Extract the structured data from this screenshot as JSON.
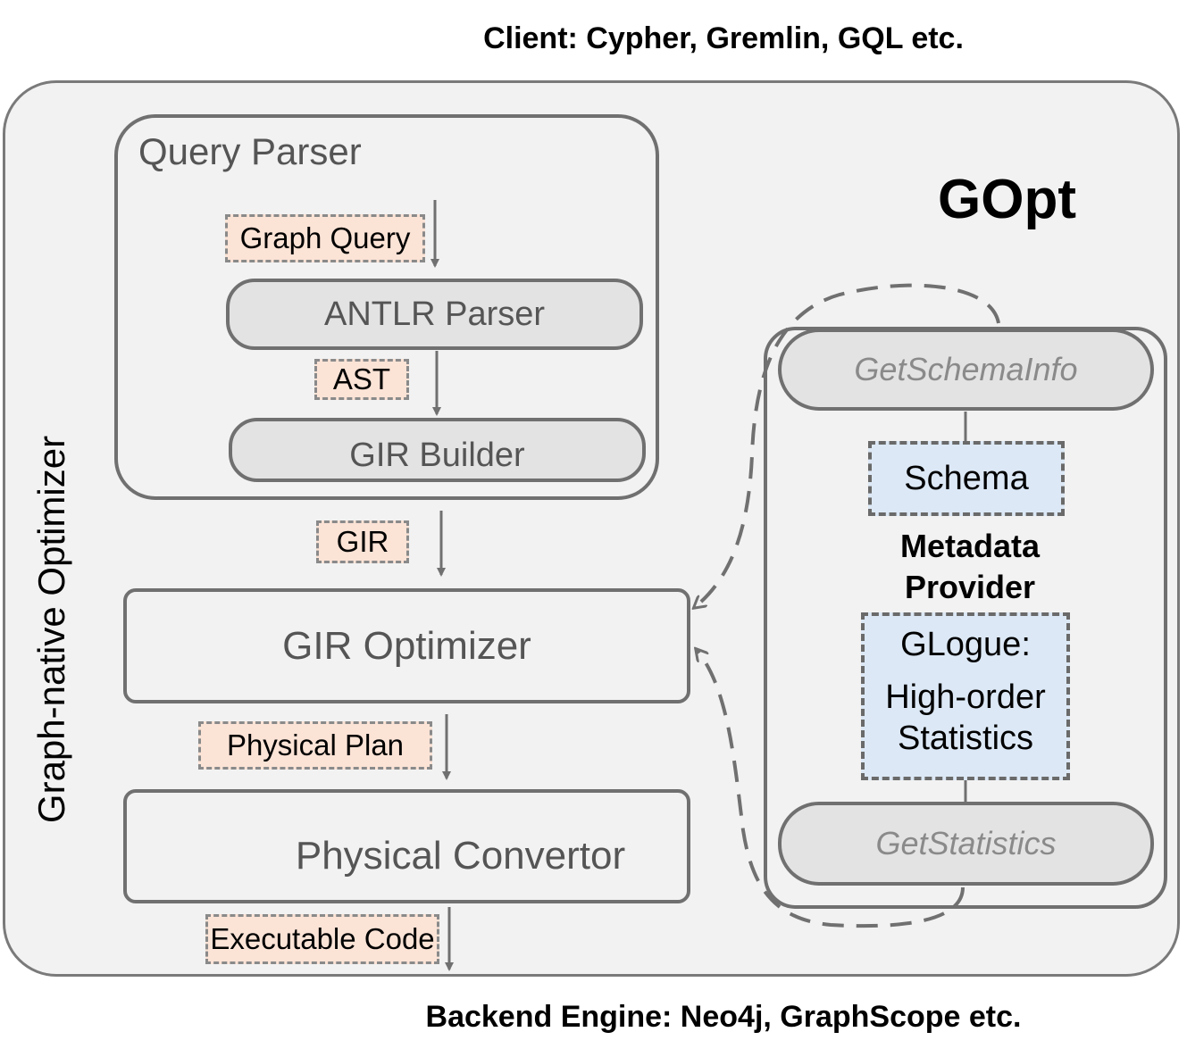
{
  "header": {
    "client": "Client: Cypher, Gremlin, GQL etc."
  },
  "footer": {
    "backend": "Backend Engine: Neo4j, GraphScope etc."
  },
  "outer": {
    "vertical_label": "Graph-native Optimizer",
    "brand": "GOpt"
  },
  "query_parser": {
    "title": "Query Parser",
    "input_tag": "Graph Query",
    "antlr": "ANTLR Parser",
    "ast_tag": "AST",
    "gir_builder": "GIR Builder"
  },
  "pipeline": {
    "gir_tag": "GIR",
    "gir_optimizer": "GIR Optimizer",
    "physical_plan_tag": "Physical Plan",
    "physical_convertor": "Physical Convertor",
    "executable_tag": "Executable Code"
  },
  "metadata": {
    "get_schema": "GetSchemaInfo",
    "schema": "Schema",
    "title_line1": "Metadata",
    "title_line2": "Provider",
    "glogue_line1": "GLogue:",
    "glogue_line2": "High-order",
    "glogue_line3": "Statistics",
    "get_statistics": "GetStatistics"
  },
  "colors": {
    "container_bg": "#f2f2f2",
    "pill_bg": "#e3e3e3",
    "tag_bg": "#fbe3d6",
    "metadata_bg": "#dce8f5",
    "stroke": "#707070"
  }
}
